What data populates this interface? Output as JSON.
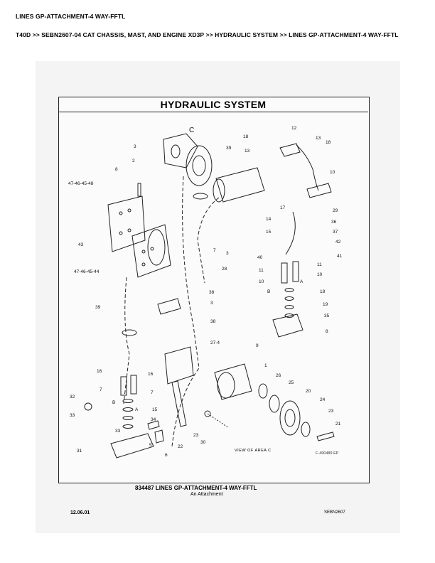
{
  "header": {
    "title": "LINES GP-ATTACHMENT-4 WAY-FFTL",
    "breadcrumb": "T40D >> SEBN2607-04 CAT CHASSIS, MAST, AND ENGINE XD3P >> HYDRAULIC SYSTEM >> LINES GP-ATTACHMENT-4 WAY-FFTL"
  },
  "diagram": {
    "title": "HYDRAULIC SYSTEM",
    "area_label": "C",
    "view_label": "VIEW OF AREA C",
    "reference": "F-490489 EP",
    "callouts": [
      "3",
      "2",
      "8",
      "47-46-45-48",
      "43",
      "47-46-45-44",
      "39",
      "38",
      "3",
      "38",
      "39",
      "18",
      "12",
      "13",
      "18",
      "13",
      "10",
      "17",
      "14",
      "15",
      "7",
      "3",
      "28",
      "29",
      "36",
      "37",
      "42",
      "41",
      "40",
      "11",
      "11",
      "10",
      "10",
      "B",
      "A",
      "18",
      "19",
      "35",
      "8",
      "9",
      "27-4",
      "1",
      "26",
      "25",
      "20",
      "24",
      "23",
      "21",
      "16",
      "16",
      "7",
      "7",
      "B",
      "A",
      "15",
      "34",
      "32",
      "33",
      "33",
      "5",
      "6",
      "22",
      "23",
      "30",
      "31"
    ]
  },
  "caption": {
    "main": "834487 LINES GP-ATTACHMENT-4 WAY-FFTL",
    "sub": "An Attachment"
  },
  "footer": {
    "date": "12.06.01",
    "code": "SEBN2607"
  }
}
